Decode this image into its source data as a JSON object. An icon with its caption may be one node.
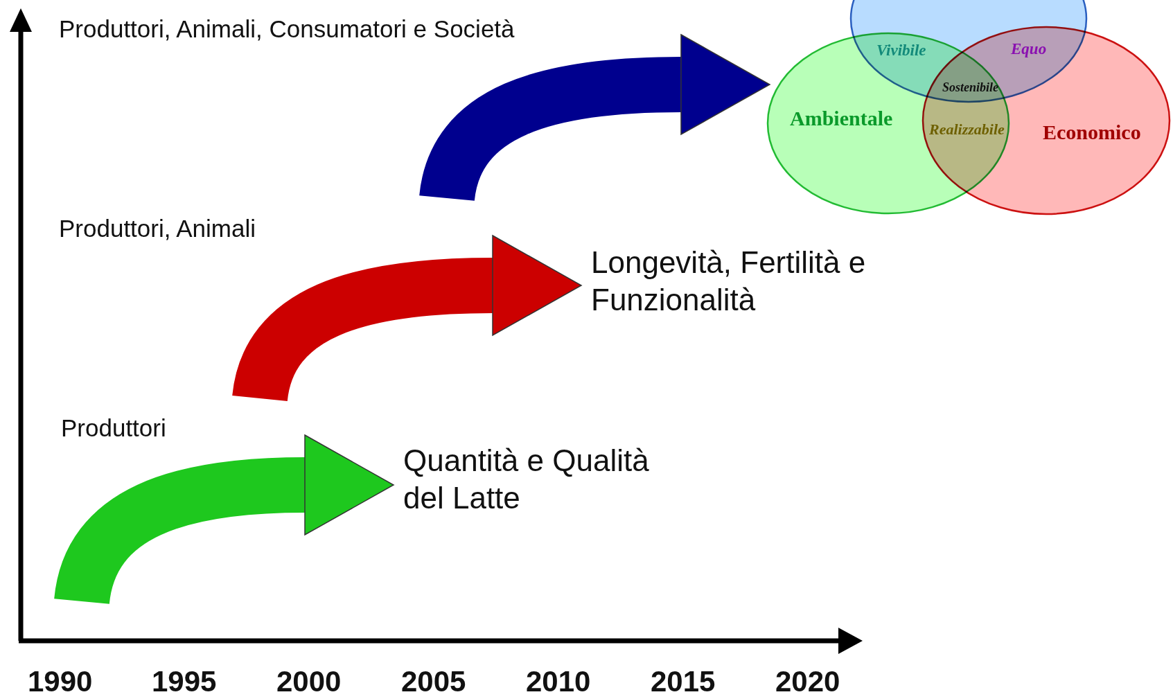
{
  "diagram": {
    "nodes": [
      {
        "text": [
          "Quantità e Qualità del Latte"
        ]
      },
      {
        "text": [
          "Longevità, Fertilità e Funzionalità"
        ]
      },
      {
        "text": [],
        "shape": "circle"
      },
      {
        "text": [
          "Ambientale"
        ]
      },
      {
        "text": [
          "Economico"
        ]
      }
    ],
    "edges": [
      {
        "from": null,
        "to": 0,
        "arrow": "to",
        "color": "#1ec81e"
      },
      {
        "from": null,
        "to": 1,
        "arrow": "to",
        "color": "#cc0000"
      },
      {
        "from": null,
        "to": 3,
        "arrow": "to",
        "color": "#00008e"
      }
    ],
    "labels": [
      "Produttori, Animali, Consumatori e Società",
      "Vivibile",
      "Equo",
      "Sostenibile",
      "Realizzabile",
      "Produttori, Animali",
      "Produttori",
      "1990",
      "1995",
      "2000",
      "2005",
      "2010",
      "2015",
      "2020"
    ]
  }
}
